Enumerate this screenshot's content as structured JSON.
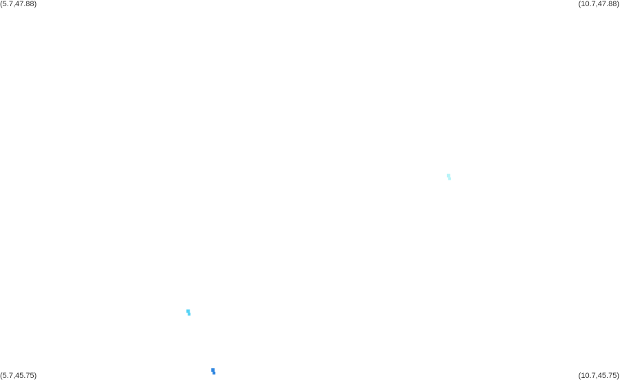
{
  "map": {
    "bounds_labels": {
      "top_left": "(5.7,47.88)",
      "top_right": "(10.7,47.88)",
      "bottom_left": "(5.7,45.75)",
      "bottom_right": "(10.7,45.75)"
    },
    "bounds": {
      "lon_min": 5.7,
      "lon_max": 10.7,
      "lat_min": 45.75,
      "lat_max": 47.88
    },
    "markers": [
      {
        "id": "cluster-east",
        "lon": 9.32,
        "lat": 46.89,
        "color": "#b8f4f8"
      },
      {
        "id": "cluster-west",
        "lon": 7.22,
        "lat": 46.13,
        "color": "#56d3f5"
      },
      {
        "id": "cluster-south",
        "lon": 7.42,
        "lat": 45.8,
        "color": "#2f86e0"
      }
    ]
  }
}
